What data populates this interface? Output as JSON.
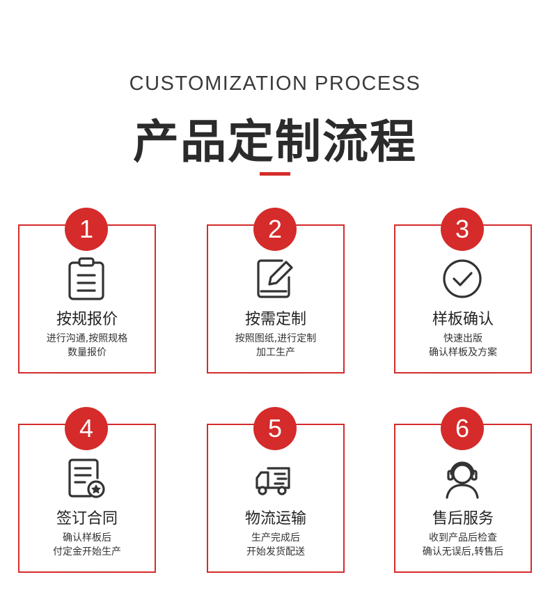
{
  "header": {
    "subtitle_en": "CUSTOMIZATION PROCESS",
    "title_cn": "产品定制流程"
  },
  "accent_color": "#d52b2b",
  "steps": [
    {
      "number": "1",
      "title": "按规报价",
      "desc_line1": "进行沟通,按照规格",
      "desc_line2": "数量报价",
      "icon": "clipboard-icon"
    },
    {
      "number": "2",
      "title": "按需定制",
      "desc_line1": "按照图纸,进行定制",
      "desc_line2": "加工生产",
      "icon": "edit-document-icon"
    },
    {
      "number": "3",
      "title": "样板确认",
      "desc_line1": "快速出版",
      "desc_line2": "确认样板及方案",
      "icon": "check-circle-icon"
    },
    {
      "number": "4",
      "title": "签订合同",
      "desc_line1": "确认样板后",
      "desc_line2": "付定金开始生产",
      "icon": "contract-icon"
    },
    {
      "number": "5",
      "title": "物流运输",
      "desc_line1": "生产完成后",
      "desc_line2": "开始发货配送",
      "icon": "truck-icon"
    },
    {
      "number": "6",
      "title": "售后服务",
      "desc_line1": "收到产品后检查",
      "desc_line2": "确认无误后,转售后",
      "icon": "headset-icon"
    }
  ]
}
